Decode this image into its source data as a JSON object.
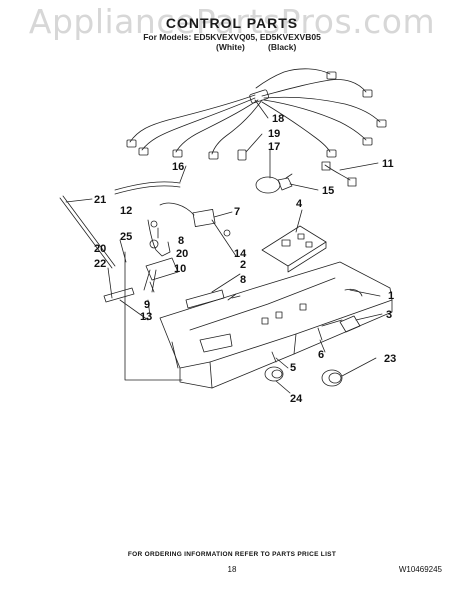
{
  "watermark": "AppliancePartsPros.com",
  "header": {
    "title": "CONTROL PARTS",
    "models_line": "For Models: ED5KVEXVQ05, ED5KVEXVB05",
    "variant_white": "(White)",
    "variant_black": "(Black)"
  },
  "callouts": [
    {
      "id": "c1",
      "label": "1"
    },
    {
      "id": "c2",
      "label": "2"
    },
    {
      "id": "c3",
      "label": "3"
    },
    {
      "id": "c4",
      "label": "4"
    },
    {
      "id": "c5",
      "label": "5"
    },
    {
      "id": "c6",
      "label": "6"
    },
    {
      "id": "c7",
      "label": "7"
    },
    {
      "id": "c8a",
      "label": "8"
    },
    {
      "id": "c8b",
      "label": "8"
    },
    {
      "id": "c9",
      "label": "9"
    },
    {
      "id": "c10",
      "label": "10"
    },
    {
      "id": "c11",
      "label": "11"
    },
    {
      "id": "c12",
      "label": "12"
    },
    {
      "id": "c13",
      "label": "13"
    },
    {
      "id": "c14",
      "label": "14"
    },
    {
      "id": "c15",
      "label": "15"
    },
    {
      "id": "c16",
      "label": "16"
    },
    {
      "id": "c17",
      "label": "17"
    },
    {
      "id": "c18",
      "label": "18"
    },
    {
      "id": "c19",
      "label": "19"
    },
    {
      "id": "c20a",
      "label": "20"
    },
    {
      "id": "c20b",
      "label": "20"
    },
    {
      "id": "c21",
      "label": "21"
    },
    {
      "id": "c22",
      "label": "22"
    },
    {
      "id": "c23",
      "label": "23"
    },
    {
      "id": "c24",
      "label": "24"
    },
    {
      "id": "c25",
      "label": "25"
    }
  ],
  "footer": {
    "ordering_note": "FOR ORDERING INFORMATION REFER TO PARTS PRICE LIST",
    "page_number": "18",
    "document_number": "W10469245"
  }
}
